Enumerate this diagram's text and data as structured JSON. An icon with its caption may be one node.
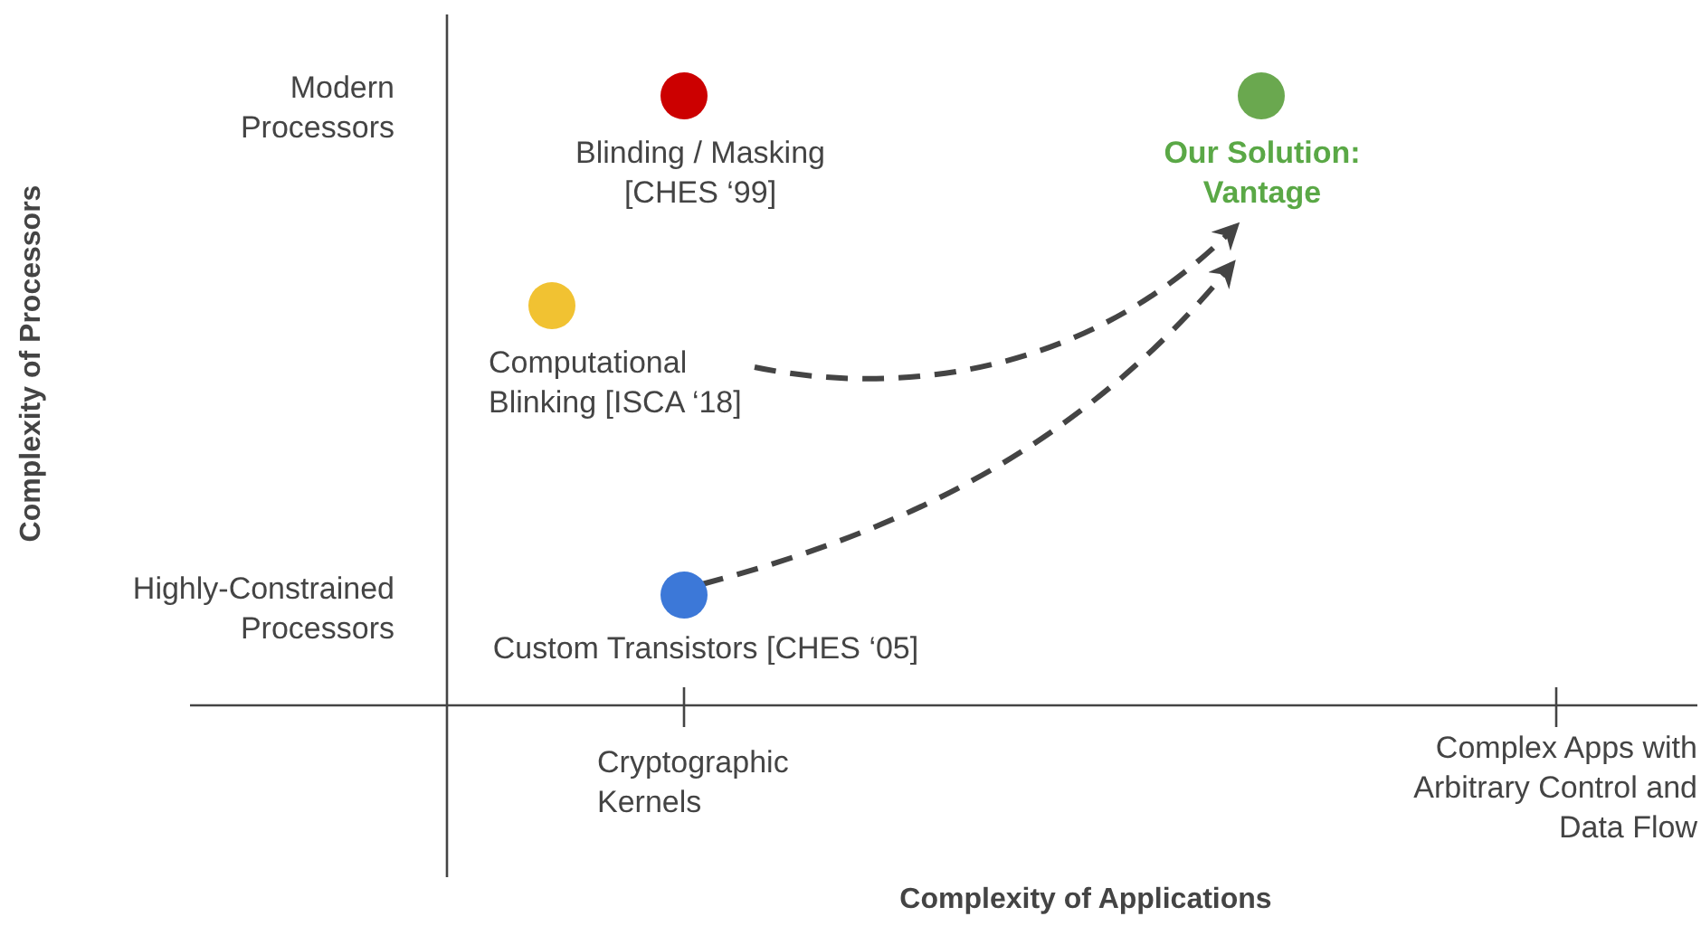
{
  "diagram": {
    "nodes": [
      {
        "text": [
          "Blinding / Masking [CHES ‘99]"
        ]
      },
      {
        "text": [
          "Our Solution: Vantage"
        ]
      },
      {
        "text": [
          "Computational Blinking [ISCA ‘18]"
        ]
      },
      {
        "text": [
          "Custom Transistors [CHES ‘05]"
        ]
      }
    ],
    "edges": [
      {
        "from": 2,
        "to": 1,
        "arrow": "to",
        "style": "dashed"
      },
      {
        "from": 3,
        "to": 1,
        "arrow": "to",
        "style": "dashed"
      }
    ],
    "labels": [
      "Complexity of Processors",
      "Modern Processors",
      "Highly-Constrained Processors",
      "Cryptographic Kernels",
      "Complex Apps with Arbitrary Control and Data Flow",
      "Complexity of Applications"
    ]
  }
}
